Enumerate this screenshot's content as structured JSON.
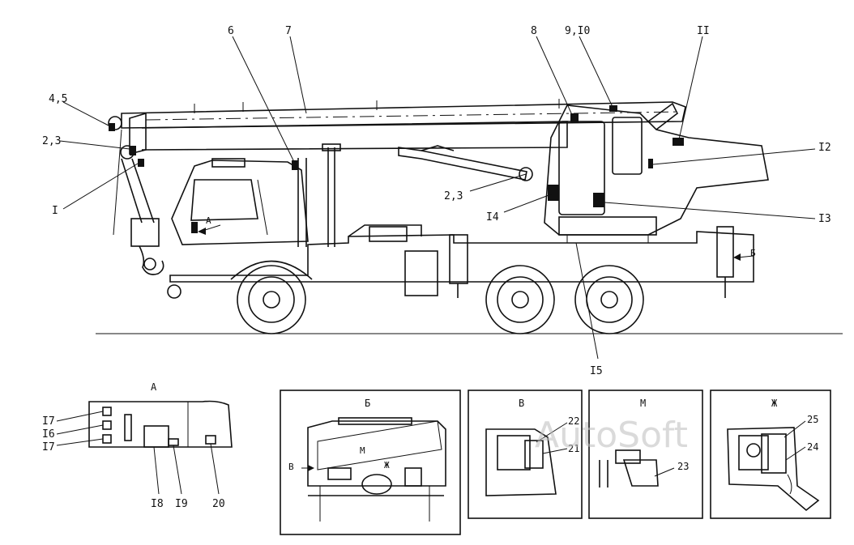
{
  "callouts": {
    "c1": "I",
    "c2_3_left": "2,3",
    "c4_5": "4,5",
    "c6": "6",
    "c7": "7",
    "c8": "8",
    "c9_10": "9,I0",
    "c11": "II",
    "c12": "I2",
    "c13": "I3",
    "c14": "I4",
    "c2_3_right": "2,3",
    "c15": "I5",
    "view_a_arrow": "A",
    "view_b_arrow": "Б"
  },
  "detail_a": {
    "title": "A",
    "c17_top": "I7",
    "c16": "I6",
    "c17_bottom": "I7",
    "c18": "I8",
    "c19": "I9",
    "c20": "20"
  },
  "detail_b": {
    "title": "Б",
    "view_v": "В",
    "view_m": "М",
    "view_zh": "Ж"
  },
  "detail_v": {
    "title": "В",
    "c22": "22",
    "c21": "21"
  },
  "detail_m": {
    "title": "М",
    "c23": "23"
  },
  "detail_zh": {
    "title": "Ж",
    "c25": "25",
    "c24": "24"
  },
  "watermark": "AutoSoft"
}
